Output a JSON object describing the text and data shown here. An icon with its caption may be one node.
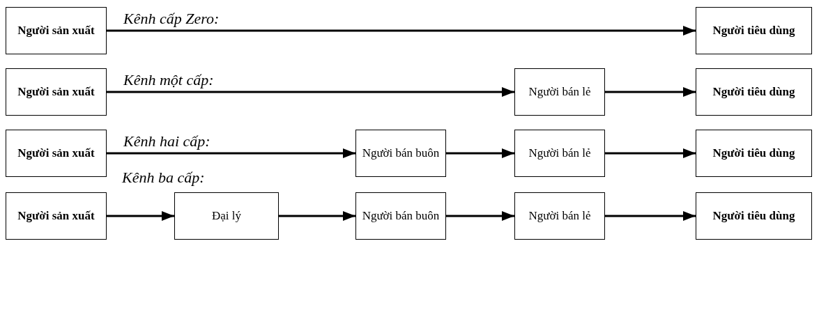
{
  "diagram": {
    "nodes": [
      {
        "text": [
          "Người sản xuất"
        ]
      },
      {
        "text": [
          "Người tiêu dùng"
        ]
      },
      {
        "text": [
          "Người sản xuất"
        ]
      },
      {
        "text": [
          "Người bán lẻ"
        ]
      },
      {
        "text": [
          "Người tiêu dùng"
        ]
      },
      {
        "text": [
          "Người sản xuất"
        ]
      },
      {
        "text": [
          "Người bán buôn"
        ]
      },
      {
        "text": [
          "Người bán lẻ"
        ]
      },
      {
        "text": [
          "Người tiêu dùng"
        ]
      },
      {
        "text": [
          "Người sản xuất"
        ]
      },
      {
        "text": [
          "Đại lý"
        ]
      },
      {
        "text": [
          "Người bán buôn"
        ]
      },
      {
        "text": [
          "Người bán lẻ"
        ]
      },
      {
        "text": [
          "Người tiêu dùng"
        ]
      }
    ],
    "edges": [
      {
        "from": 0,
        "to": 1,
        "arrow": "to",
        "label": "Kênh cấp Zero:"
      },
      {
        "from": 2,
        "to": 3,
        "arrow": "to",
        "label": "Kênh một cấp:"
      },
      {
        "from": 3,
        "to": 4,
        "arrow": "to"
      },
      {
        "from": 5,
        "to": 6,
        "arrow": "to",
        "label": "Kênh hai cấp:"
      },
      {
        "from": 6,
        "to": 7,
        "arrow": "to"
      },
      {
        "from": 7,
        "to": 8,
        "arrow": "to"
      },
      {
        "from": 9,
        "to": 10,
        "arrow": "to"
      },
      {
        "from": 10,
        "to": 11,
        "arrow": "to"
      },
      {
        "from": 11,
        "to": 12,
        "arrow": "to"
      },
      {
        "from": 12,
        "to": 13,
        "arrow": "to"
      }
    ],
    "labels": [
      "Kênh ba cấp:"
    ]
  }
}
